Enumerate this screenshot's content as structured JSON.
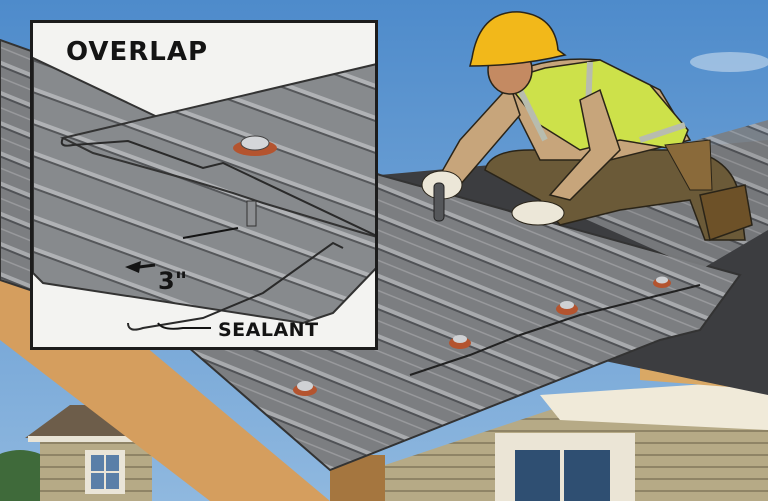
{
  "illustration": {
    "subject": "Worker installing corrugated metal roof panels",
    "inset": {
      "title": "OVERLAP",
      "measurement": "3\"",
      "callout": "SEALANT"
    }
  },
  "colors": {
    "sky": "#5b95cf",
    "metal": "#7d7f82",
    "metal_light": "#a3a5a8",
    "metal_dark": "#505255",
    "wood": "#d7a063",
    "siding": "#b9ad8a",
    "hardhat": "#f2b81a",
    "vest": "#cde14a",
    "shirt": "#c7a57b",
    "pants": "#6b5a38",
    "washer": "#b4542f"
  }
}
